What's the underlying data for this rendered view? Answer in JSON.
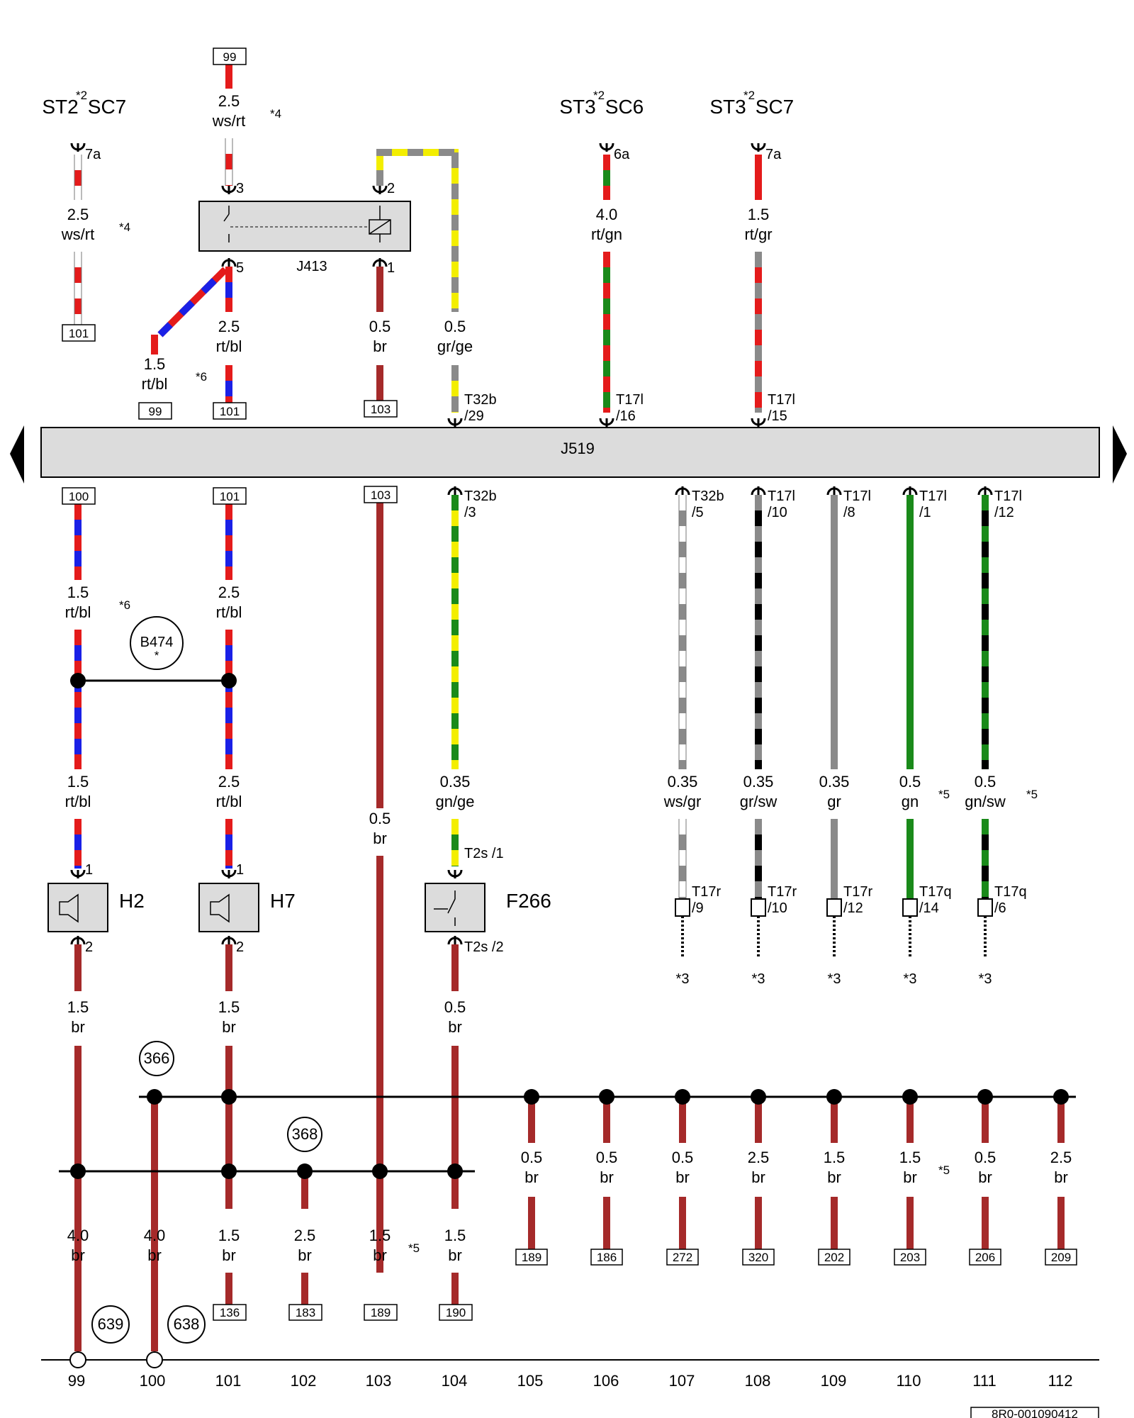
{
  "diagram_id": "8R0-001090412",
  "bus_label": "J519",
  "supply_labels": [
    {
      "id": "st2sc7",
      "st": "ST2",
      "sc": "SC7",
      "note": "*2",
      "pin": "7a"
    },
    {
      "id": "st3sc6",
      "st": "ST3",
      "sc": "SC6",
      "note": "*2",
      "pin": "6a"
    },
    {
      "id": "st3sc7",
      "st": "ST3",
      "sc": "SC7",
      "note": "*2",
      "pin": "7a"
    }
  ],
  "components": [
    {
      "id": "J413",
      "label": "J413",
      "pins": [
        "3",
        "2",
        "5",
        "1"
      ]
    },
    {
      "id": "H2",
      "label": "H2",
      "pins": [
        "1",
        "2"
      ]
    },
    {
      "id": "H7",
      "label": "H7",
      "pins": [
        "1",
        "2"
      ]
    },
    {
      "id": "F266",
      "label": "F266",
      "pins": [
        "T2s /1",
        "T2s /2"
      ]
    }
  ],
  "wires": [
    {
      "id": "w99top",
      "size": "2.5",
      "color": "ws/rt",
      "note": "*4"
    },
    {
      "id": "w95",
      "size": "2.5",
      "color": "ws/rt",
      "note": "*4"
    },
    {
      "id": "w5",
      "size": "2.5",
      "color": "rt/bl"
    },
    {
      "id": "wdiag",
      "size": "1.5",
      "color": "rt/bl",
      "note": "*6"
    },
    {
      "id": "w1",
      "size": "0.5",
      "color": "br"
    },
    {
      "id": "wgrge",
      "size": "0.5",
      "color": "gr/ge"
    },
    {
      "id": "wrtgn",
      "size": "4.0",
      "color": "rt/gn"
    },
    {
      "id": "wrtgr",
      "size": "1.5",
      "color": "rt/gr"
    },
    {
      "id": "w100a",
      "size": "1.5",
      "color": "rt/bl",
      "note": "*6"
    },
    {
      "id": "w101a",
      "size": "2.5",
      "color": "rt/bl"
    },
    {
      "id": "w100b",
      "size": "1.5",
      "color": "rt/bl"
    },
    {
      "id": "w101b",
      "size": "2.5",
      "color": "rt/bl"
    },
    {
      "id": "w103",
      "size": "0.5",
      "color": "br"
    },
    {
      "id": "wgnge",
      "size": "0.35",
      "color": "gn/ge"
    },
    {
      "id": "wwsgr",
      "size": "0.35",
      "color": "ws/gr"
    },
    {
      "id": "wgrsw",
      "size": "0.35",
      "color": "gr/sw"
    },
    {
      "id": "wgr",
      "size": "0.35",
      "color": "gr"
    },
    {
      "id": "wgn",
      "size": "0.5",
      "color": "gn",
      "note": "*5"
    },
    {
      "id": "wgnsw",
      "size": "0.5",
      "color": "gn/sw",
      "note": "*5"
    },
    {
      "id": "wH2",
      "size": "1.5",
      "color": "br"
    },
    {
      "id": "wH7",
      "size": "1.5",
      "color": "br"
    },
    {
      "id": "wF",
      "size": "0.5",
      "color": "br"
    },
    {
      "id": "g99",
      "size": "4.0",
      "color": "br"
    },
    {
      "id": "g100",
      "size": "4.0",
      "color": "br"
    },
    {
      "id": "g101",
      "size": "1.5",
      "color": "br"
    },
    {
      "id": "g102",
      "size": "2.5",
      "color": "br"
    },
    {
      "id": "g103",
      "size": "1.5",
      "color": "br",
      "note": "*5"
    },
    {
      "id": "g104",
      "size": "1.5",
      "color": "br"
    },
    {
      "id": "g105",
      "size": "0.5",
      "color": "br"
    },
    {
      "id": "g106",
      "size": "0.5",
      "color": "br"
    },
    {
      "id": "g107",
      "size": "0.5",
      "color": "br"
    },
    {
      "id": "g108",
      "size": "2.5",
      "color": "br"
    },
    {
      "id": "g109",
      "size": "1.5",
      "color": "br"
    },
    {
      "id": "g110",
      "size": "1.5",
      "color": "br",
      "note": "*5"
    },
    {
      "id": "g111",
      "size": "0.5",
      "color": "br"
    },
    {
      "id": "g112",
      "size": "2.5",
      "color": "br"
    }
  ],
  "connectors": [
    {
      "id": "c29",
      "name": "T32b",
      "pin": "/29"
    },
    {
      "id": "c16",
      "name": "T17l",
      "pin": "/16"
    },
    {
      "id": "c15",
      "name": "T17l",
      "pin": "/15"
    },
    {
      "id": "c3",
      "name": "T32b",
      "pin": "/3"
    },
    {
      "id": "c5",
      "name": "T32b",
      "pin": "/5"
    },
    {
      "id": "c10",
      "name": "T17l",
      "pin": "/10"
    },
    {
      "id": "c8",
      "name": "T17l",
      "pin": "/8"
    },
    {
      "id": "c1",
      "name": "T17l",
      "pin": "/1"
    },
    {
      "id": "c12",
      "name": "T17l",
      "pin": "/12"
    },
    {
      "id": "r9",
      "name": "T17r",
      "pin": "/9"
    },
    {
      "id": "r10",
      "name": "T17r",
      "pin": "/10"
    },
    {
      "id": "r12",
      "name": "T17r",
      "pin": "/12"
    },
    {
      "id": "q14",
      "name": "T17q",
      "pin": "/14"
    },
    {
      "id": "q6",
      "name": "T17q",
      "pin": "/6"
    }
  ],
  "refs": {
    "r99a": "99",
    "r99b": "99",
    "r101a": "101",
    "r101b": "101",
    "r103a": "103",
    "r100c": "100",
    "r101c": "101",
    "r103c": "103",
    "b189": "189",
    "b186": "186",
    "b272": "272",
    "b320": "320",
    "b202": "202",
    "b203": "203",
    "b206": "206",
    "b209": "209",
    "b136": "136",
    "b183": "183",
    "b189b": "189",
    "b190": "190"
  },
  "circles": [
    "B474",
    "366",
    "368",
    "639",
    "638"
  ],
  "footnotes": {
    "star": "*",
    "star3": "*3",
    "star5": "*5"
  },
  "track_numbers": [
    "99",
    "100",
    "101",
    "102",
    "103",
    "104",
    "105",
    "106",
    "107",
    "108",
    "109",
    "110",
    "111",
    "112"
  ]
}
